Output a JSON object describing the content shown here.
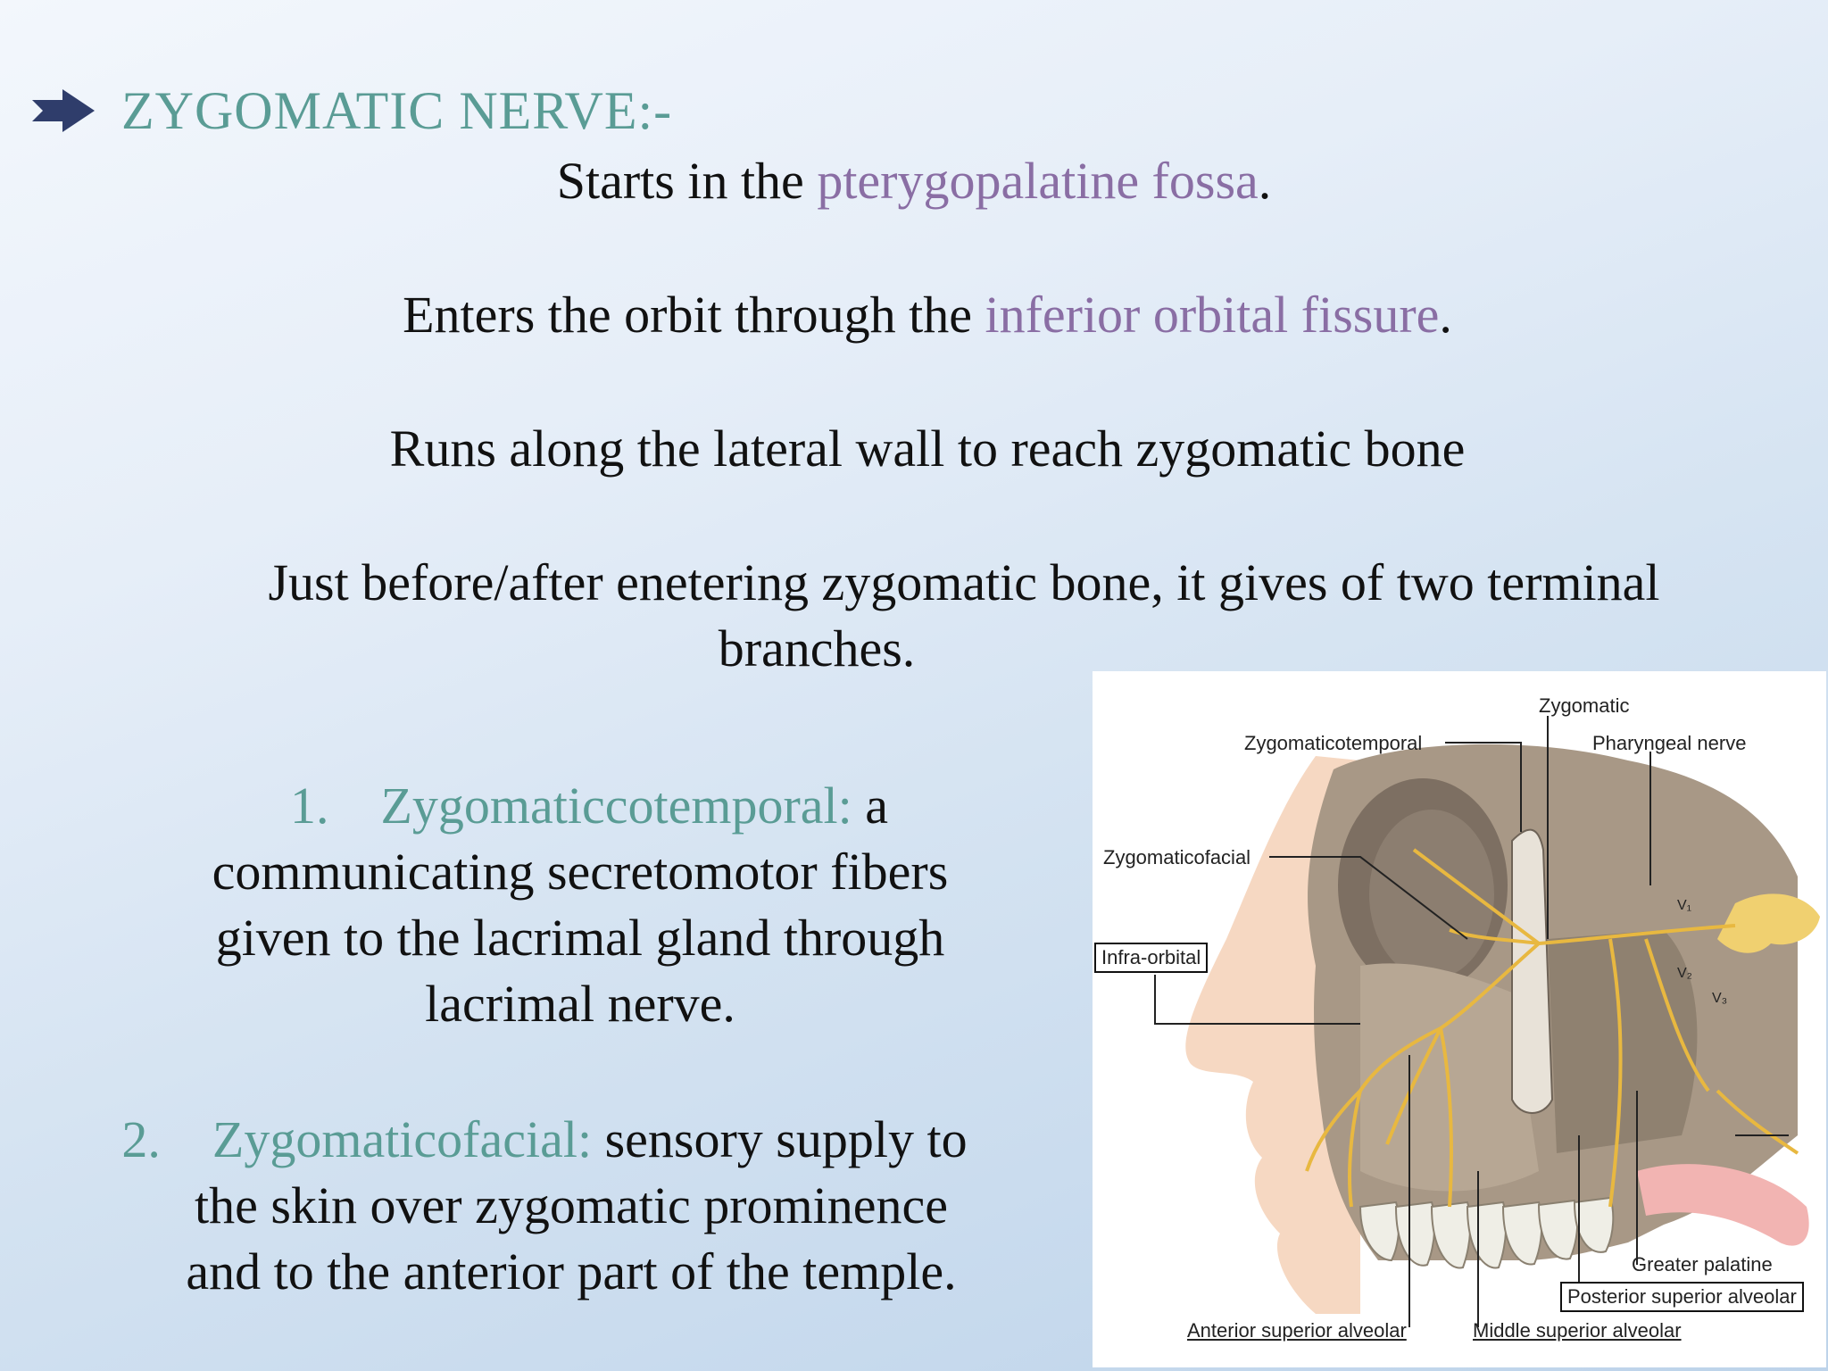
{
  "slide": {
    "title": "ZYGOMATIC NERVE:-",
    "line1": {
      "pre": "Starts in the ",
      "highlight": "pterygopalatine fossa",
      "post": "."
    },
    "line2": {
      "pre": "Enters the orbit through the ",
      "highlight": "inferior orbital fissure",
      "post": "."
    },
    "line3": "Runs along the lateral wall to reach zygomatic bone",
    "line4a": "Just before/after enetering zygomatic bone, it gives of two terminal",
    "line4b": "branches.",
    "item1": {
      "num": "1.",
      "term": "Zygomaticcotemporal:",
      "rest1": " a",
      "l2": "communicating secretomotor fibers",
      "l3": "given to the lacrimal gland through",
      "l4": "lacrimal nerve."
    },
    "item2": {
      "num": "2.",
      "term": "Zygomaticofacial:",
      "rest1": " sensory supply to",
      "l2": "the skin over zygomatic prominence",
      "l3": "and to the anterior part of the temple."
    }
  },
  "figure": {
    "labels": {
      "zygomatic": "Zygomatic",
      "zygomaticotemporal": "Zygomaticotemporal",
      "pharyngeal": "Pharyngeal nerve",
      "zygomaticofacial": "Zygomaticofacial",
      "infraorbital": "Infra-orbital",
      "v1": "V₁",
      "v2": "V₂",
      "v3": "V₃",
      "greater_palatine": "Greater palatine",
      "posterior_superior_alveolar": "Posterior superior alveolar",
      "anterior_superior_alveolar": "Anterior superior alveolar",
      "middle_superior_alveolar": "Middle superior alveolar"
    }
  },
  "colors": {
    "title": "#5a9c95",
    "highlight": "#8a6ea4",
    "text": "#111111"
  }
}
